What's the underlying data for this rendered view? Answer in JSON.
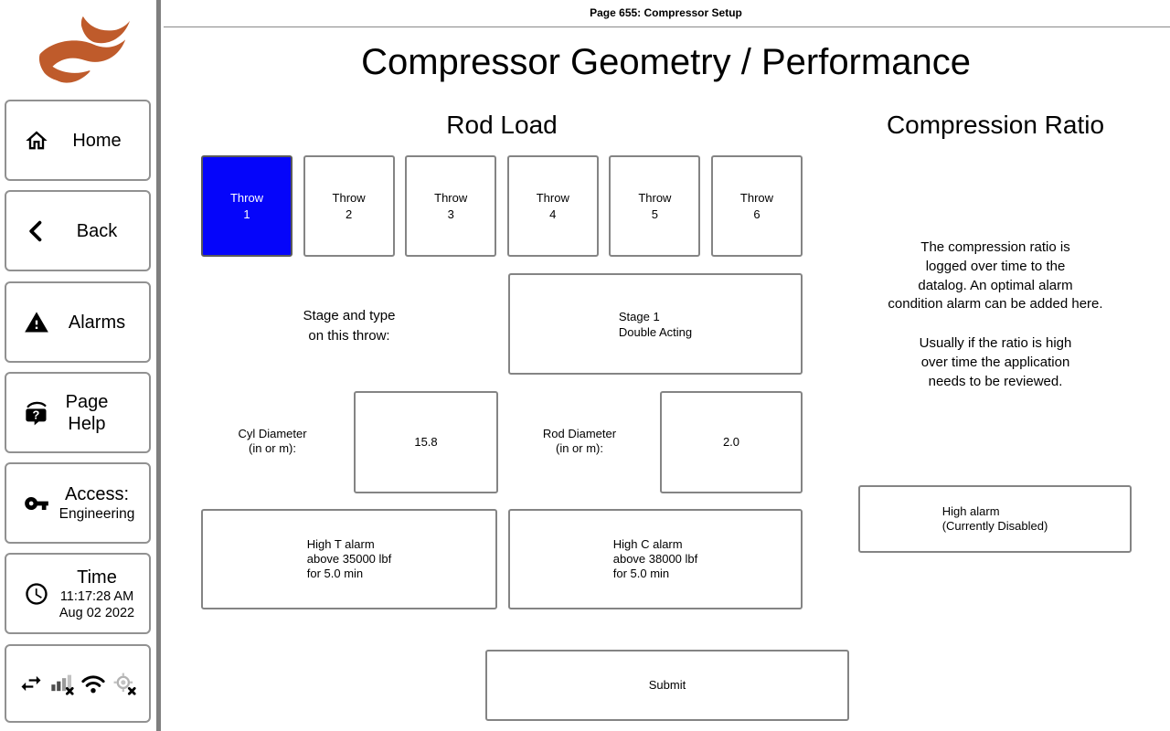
{
  "titlebar": {
    "title": "Page 655: Compressor Setup"
  },
  "main": {
    "title": "Compressor Geometry / Performance",
    "submit_label": "Submit"
  },
  "sidebar": {
    "home_label": "Home",
    "back_label": "Back",
    "alarms_label": "Alarms",
    "page_help_label": "Page Help",
    "access_label": "Access:",
    "access_level": "Engineering",
    "time_label": "Time",
    "time_value": "11:17:28 AM",
    "date_value": "Aug 02 2022",
    "status_icons": [
      "swap-arrows",
      "cell-signal-no-network",
      "wifi",
      "gps-disabled"
    ]
  },
  "rod_load": {
    "heading": "Rod Load",
    "selected_index": 0,
    "throws": [
      "Throw\n1",
      "Throw\n2",
      "Throw\n3",
      "Throw\n4",
      "Throw\n5",
      "Throw\n6"
    ],
    "stage_label": "Stage and type\non this throw:",
    "stage_value": "Stage 1\nDouble Acting",
    "cyl_diameter_label": "Cyl Diameter\n(in or m):",
    "cyl_diameter_value": "15.8",
    "rod_diameter_label": "Rod Diameter\n(in or m):",
    "rod_diameter_value": "2.0",
    "high_t_alarm": "High T alarm\nabove 35000 lbf\nfor 5.0 min",
    "high_c_alarm": "High C alarm\nabove 38000 lbf\nfor 5.0 min"
  },
  "compression_ratio": {
    "heading": "Compression Ratio",
    "description_1": "The compression ratio is\nlogged over time to the\ndatalog. An optimal alarm\ncondition alarm can be added here.",
    "description_2": "Usually if the ratio is high\nover time the application\nneeds to be reviewed.",
    "high_alarm": "High alarm\n(Currently Disabled)"
  },
  "colors": {
    "selected_throw": "#0505fa",
    "logo": "#bf5b2b"
  }
}
